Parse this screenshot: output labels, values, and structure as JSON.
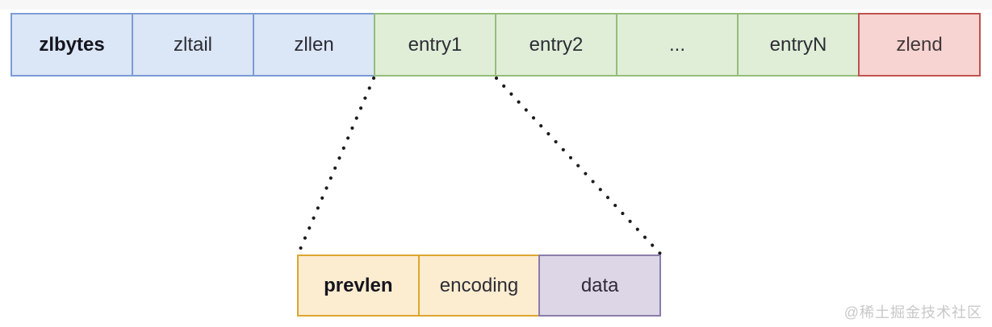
{
  "diagram": {
    "title_hint": "ziplist memory layout",
    "top_row": {
      "cells": [
        {
          "label": "zlbytes",
          "group": "header",
          "bold": true
        },
        {
          "label": "zltail",
          "group": "header",
          "bold": false
        },
        {
          "label": "zllen",
          "group": "header",
          "bold": false
        },
        {
          "label": "entry1",
          "group": "entries",
          "bold": false
        },
        {
          "label": "entry2",
          "group": "entries",
          "bold": false
        },
        {
          "label": "...",
          "group": "entries",
          "bold": false
        },
        {
          "label": "entryN",
          "group": "entries",
          "bold": false
        },
        {
          "label": "zlend",
          "group": "end",
          "bold": false
        }
      ]
    },
    "entry_detail_row": {
      "expanded_from": "entry1",
      "cells": [
        {
          "label": "prevlen",
          "group": "detail-orange",
          "bold": true
        },
        {
          "label": "encoding",
          "group": "detail-orange",
          "bold": false
        },
        {
          "label": "data",
          "group": "detail-purple",
          "bold": false
        }
      ]
    },
    "colors": {
      "header_fill": "#dbe6f6",
      "header_border": "#7c9cd4",
      "entries_fill": "#e0eed8",
      "entries_border": "#95bd7a",
      "end_fill": "#f7d4d2",
      "end_border": "#c0524e",
      "detail_orange_fill": "#fcecd0",
      "detail_orange_border": "#dda62f",
      "detail_purple_fill": "#dcd6e7",
      "detail_purple_border": "#8a7cab",
      "connector_dot": "#1c1c1c",
      "watermark_text": "#c8c8c8"
    }
  },
  "watermark": "@稀土掘金技术社区"
}
